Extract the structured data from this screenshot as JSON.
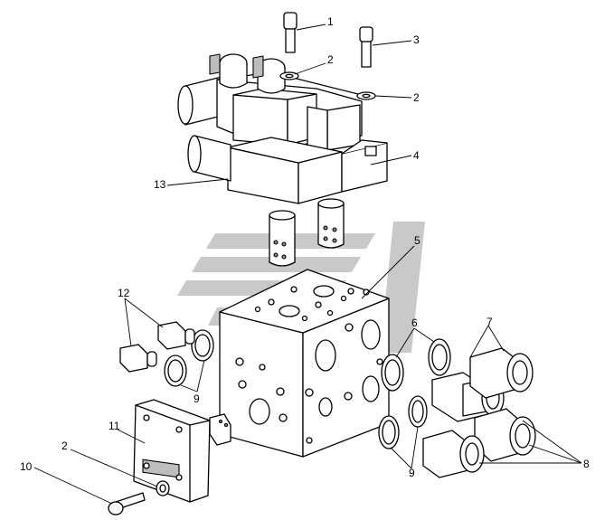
{
  "callouts": [
    {
      "id": "c1",
      "text": "1"
    },
    {
      "id": "c2a",
      "text": "2"
    },
    {
      "id": "c2b",
      "text": "2"
    },
    {
      "id": "c2c",
      "text": "2"
    },
    {
      "id": "c3",
      "text": "3"
    },
    {
      "id": "c4",
      "text": "4"
    },
    {
      "id": "c5",
      "text": "5"
    },
    {
      "id": "c6",
      "text": "6"
    },
    {
      "id": "c7",
      "text": "7"
    },
    {
      "id": "c8",
      "text": "8"
    },
    {
      "id": "c9a",
      "text": "9"
    },
    {
      "id": "c9b",
      "text": "9"
    },
    {
      "id": "c10",
      "text": "10"
    },
    {
      "id": "c11",
      "text": "11"
    },
    {
      "id": "c12",
      "text": "12"
    },
    {
      "id": "c13",
      "text": "13"
    }
  ]
}
